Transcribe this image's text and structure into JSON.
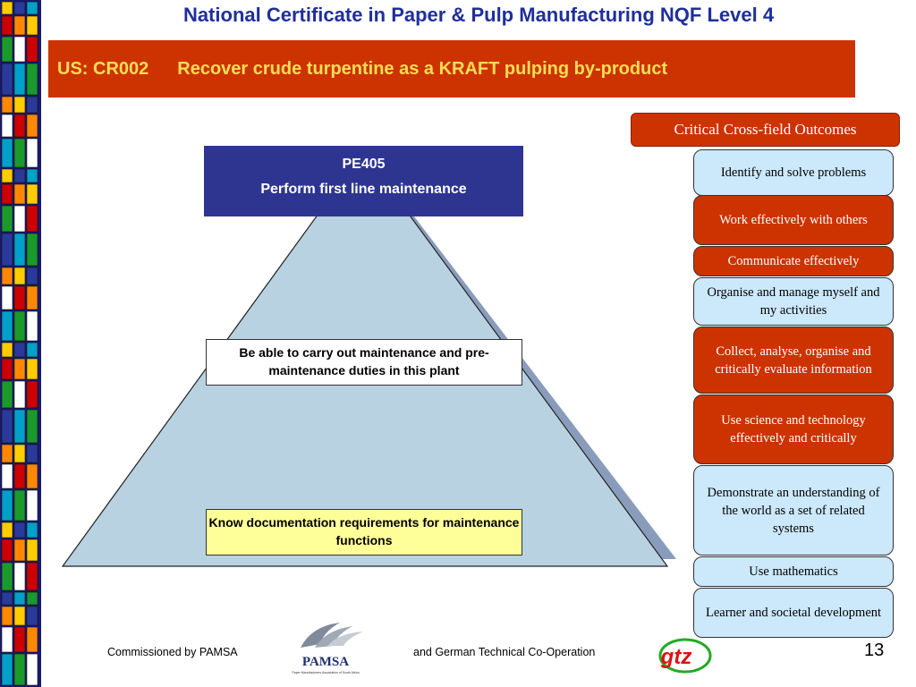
{
  "header": {
    "title": "National Certificate in Paper & Pulp Manufacturing NQF Level 4"
  },
  "banner": {
    "code": "US: CR002",
    "title": "Recover crude turpentine as a KRAFT pulping by-product"
  },
  "pyramid": {
    "top_code": "PE405",
    "top_title": "Perform first line maintenance",
    "middle_text": "Be able to carry out maintenance and pre-maintenance duties in this plant",
    "bottom_text": "Know documentation requirements for maintenance functions"
  },
  "cco": {
    "header": "Critical Cross-field Outcomes",
    "items": [
      {
        "label": "Identify and solve problems",
        "style": "blue"
      },
      {
        "label": "Work effectively with others",
        "style": "red"
      },
      {
        "label": "Communicate effectively",
        "style": "red"
      },
      {
        "label": "Organise and manage myself and my activities",
        "style": "blue"
      },
      {
        "label": "Collect, analyse, organise and critically evaluate information",
        "style": "red"
      },
      {
        "label": "Use science and technology effectively and critically",
        "style": "red"
      },
      {
        "label": "Demonstrate an understanding of the world as a set of related systems",
        "style": "blue"
      },
      {
        "label": "Use mathematics",
        "style": "blue"
      },
      {
        "label": "Learner and societal development",
        "style": "blue"
      }
    ]
  },
  "footer": {
    "commissioned": "Commissioned by PAMSA",
    "partner": "and German Technical Co-Operation",
    "pamsa_logo_text": "PAMSA",
    "pamsa_logo_subtext": "Paper Manufacturers Association of South Africa",
    "gtz_logo_text": "gtz",
    "page_number": "13"
  },
  "colors": {
    "title_blue": "#1f2f9c",
    "banner_red": "#cc3300",
    "banner_text_yellow": "#ffdd55",
    "pyramid_fill": "#b8d2e2",
    "pe_box": "#2e3590",
    "cco_blue": "#cce8fb",
    "cco_red": "#cc3300"
  }
}
